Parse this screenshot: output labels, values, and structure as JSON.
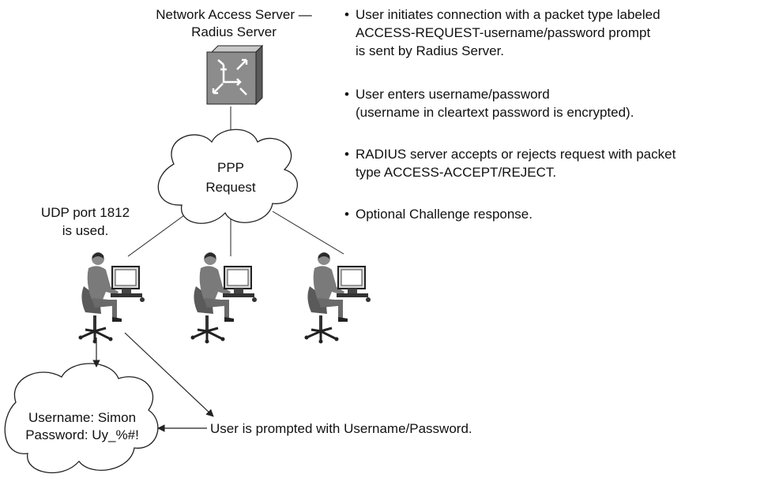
{
  "server": {
    "label_line1": "Network Access Server —",
    "label_line2": "Radius Server",
    "icon": "router-icon"
  },
  "steps": [
    {
      "lines": [
        "User initiates connection with a packet type labeled",
        "ACCESS-REQUEST-username/password prompt",
        "is sent by Radius Server."
      ]
    },
    {
      "lines": [
        "User enters username/password",
        "(username in cleartext password is encrypted)."
      ]
    },
    {
      "lines": [
        "RADIUS server accepts or rejects request with packet",
        "type ACCESS-ACCEPT/REJECT."
      ]
    },
    {
      "lines": [
        "Optional Challenge response."
      ]
    }
  ],
  "bullet": "•",
  "ppp_cloud": {
    "line1": "PPP",
    "line2": "Request"
  },
  "udp_note": {
    "line1": "UDP port 1812",
    "line2": "is used."
  },
  "credentials_cloud": {
    "line1": "Username: Simon",
    "line2": "Password: Uy_%#!"
  },
  "prompt_note": "User is prompted with Username/Password.",
  "users": [
    {
      "icon": "user-workstation-icon"
    },
    {
      "icon": "user-workstation-icon"
    },
    {
      "icon": "user-workstation-icon"
    }
  ],
  "colors": {
    "router_fill": "#8c8c8c",
    "user_fill": "#7a7a7a",
    "line": "#222222"
  }
}
